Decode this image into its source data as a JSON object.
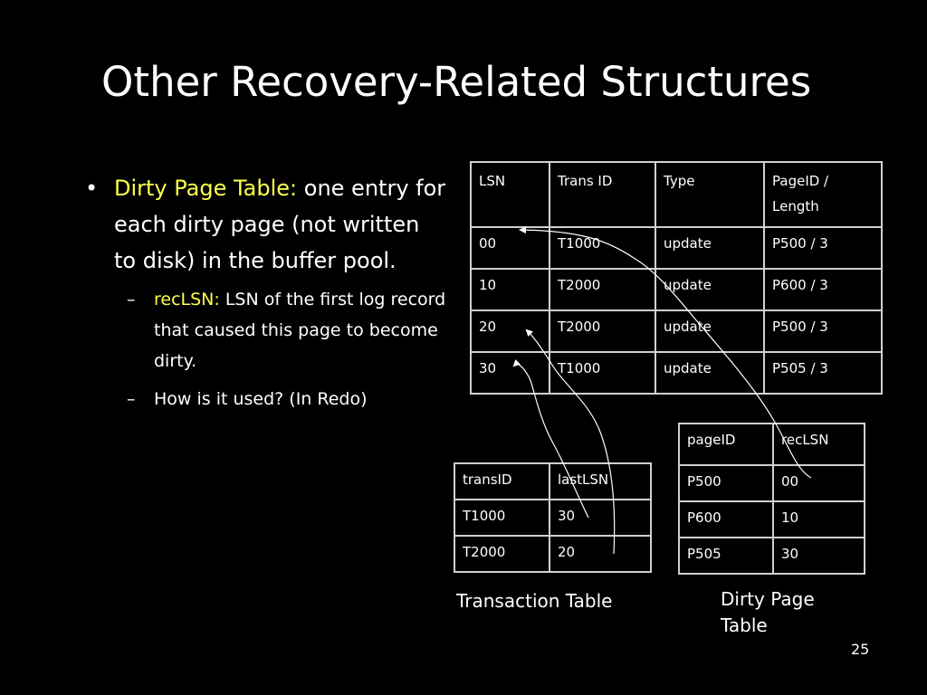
{
  "title": "Other Recovery-Related Structures",
  "bullets": {
    "main_prefix": "Dirty Page Table:",
    "main_text": " one entry for each dirty page (not written to disk) in the buffer pool.",
    "sub1_prefix": "recLSN:",
    "sub1_text": " LSN of the first log record that caused this page to become dirty.",
    "sub2_text": "How is it used? (In Redo)"
  },
  "log_table": {
    "headers": [
      "LSN",
      "Trans ID",
      "Type",
      "PageID / Length"
    ],
    "rows": [
      [
        "00",
        "T1000",
        "update",
        "P500 / 3"
      ],
      [
        "10",
        "T2000",
        "update",
        "P600 / 3"
      ],
      [
        "20",
        "T2000",
        "update",
        "P500 / 3"
      ],
      [
        "30",
        "T1000",
        "update",
        "P505 / 3"
      ]
    ]
  },
  "transaction_table": {
    "caption": "Transaction Table",
    "headers": [
      "transID",
      "lastLSN"
    ],
    "rows": [
      [
        "T1000",
        "30"
      ],
      [
        "T2000",
        "20"
      ]
    ]
  },
  "dirty_page_table": {
    "caption": "Dirty Page Table",
    "headers": [
      "pageID",
      "recLSN"
    ],
    "rows": [
      [
        "P500",
        "00"
      ],
      [
        "P600",
        "10"
      ],
      [
        "P505",
        "30"
      ]
    ]
  },
  "page_number": "25",
  "colors": {
    "background": "#000000",
    "highlight": "#ffff4d",
    "text": "#ffffff",
    "border": "#d0d0d0"
  }
}
